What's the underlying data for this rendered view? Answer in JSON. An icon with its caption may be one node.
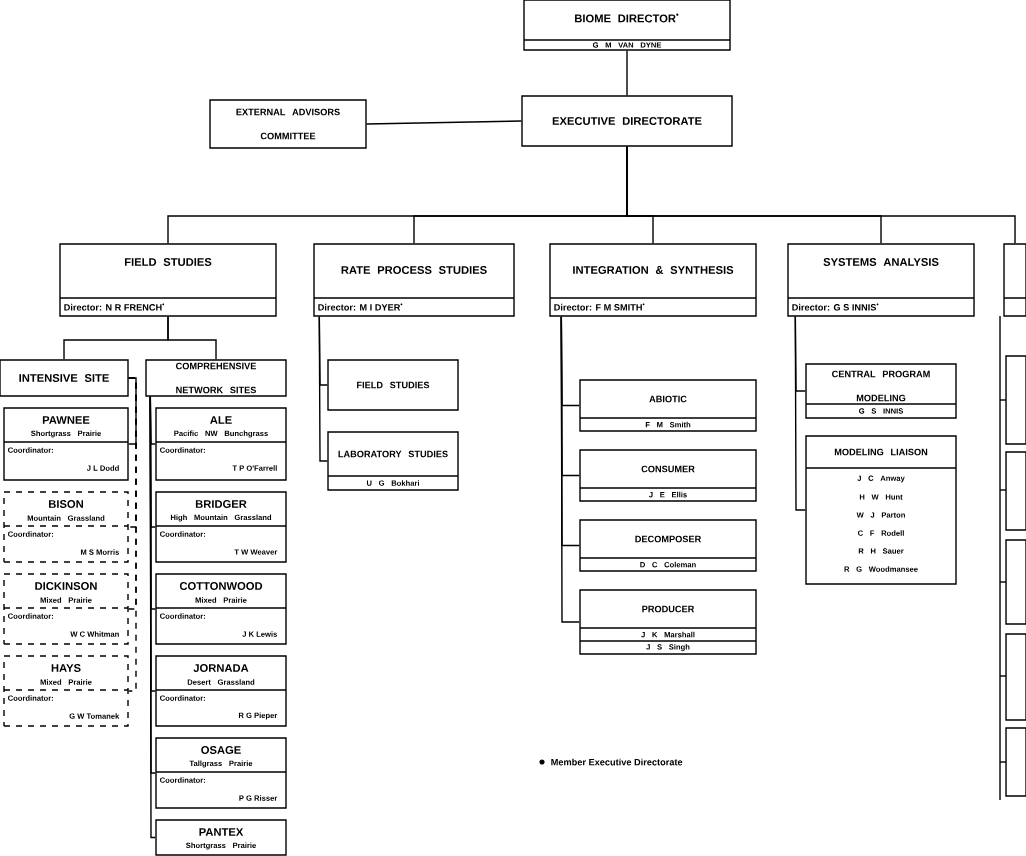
{
  "diagram": {
    "nodes": [
      {
        "text": [
          "BIOME DIRECTOR$^{•}$",
          "G M VAN DYNE"
        ]
      },
      {
        "text": [
          "EXECUTIVE DIRECTORATE"
        ]
      },
      {
        "text": [
          "EXTERNAL ADVISORS COMMITTEE"
        ]
      },
      {
        "text": [
          "FIELD STUDIES",
          "Director: N R FRENCH$^{•}$"
        ]
      },
      {
        "text": [
          "RATE PROCESS STUDIES",
          "Director: M I DYER$^{•}$"
        ]
      },
      {
        "text": [
          "INTEGRATION & SYNTHESIS",
          "Director: F M SMITH$^{•}$"
        ]
      },
      {
        "text": [
          "SYSTEMS ANALYSIS",
          "Director: G S INNIS$^{•}$"
        ]
      },
      {
        "text": [],
        "shape": "box"
      },
      {
        "text": [
          "INTENSIVE SITE"
        ]
      },
      {
        "text": [
          "COMPREHENSIVE NETWORK SITES"
        ]
      },
      {
        "text": [
          "PAWNEE",
          "Shortgrass Prairie",
          "Coordinator:",
          "J L Dodd"
        ]
      },
      {
        "text": [
          "BISON",
          "Mountain Grassland",
          "Coordinator:",
          "M S Morris"
        ]
      },
      {
        "text": [
          "DICKINSON",
          "Mixed Prairie",
          "Coordinator:",
          "W C Whitman"
        ]
      },
      {
        "text": [
          "HAYS",
          "Mixed Prairie",
          "Coordinator:",
          "G W Tomanek"
        ]
      },
      {
        "text": [
          "ALE",
          "Pacific NW Bunchgrass",
          "Coordinator:",
          "T P O'Farrell"
        ]
      },
      {
        "text": [
          "BRIDGER",
          "High Mountain Grassland",
          "Coordinator:",
          "T W Weaver"
        ]
      },
      {
        "text": [
          "COTTONWOOD",
          "Mixed Prairie",
          "Coordinator:",
          "J K Lewis"
        ]
      },
      {
        "text": [
          "JORNADA",
          "Desert Grassland",
          "Coordinator:",
          "R G Pieper"
        ]
      },
      {
        "text": [
          "OSAGE",
          "Tallgrass Prairie",
          "Coordinator:",
          "P G Risser"
        ]
      },
      {
        "text": [
          "PANTEX",
          "Shortgrass Prairie"
        ]
      },
      {
        "text": [
          "FIELD STUDIES"
        ]
      },
      {
        "text": [
          "LABORATORY STUDIES",
          "U G Bokhari"
        ]
      },
      {
        "text": [
          "ABIOTIC",
          "F M Smith"
        ]
      },
      {
        "text": [
          "CONSUMER",
          "J E Ellis"
        ]
      },
      {
        "text": [
          "DECOMPOSER",
          "D C Coleman"
        ]
      },
      {
        "text": [
          "PRODUCER",
          "J K Marshall",
          "J S Singh"
        ]
      },
      {
        "text": [
          "CENTRAL PROGRAM MODELING",
          "G S INNIS"
        ]
      },
      {
        "text": [
          "MODELING LIAISON",
          "J C Anway",
          "H W Hunt",
          "W J Parton",
          "C F Rodell",
          "R H Sauer",
          "R G Woodmansee"
        ]
      }
    ],
    "edges": [
      {
        "from": 0,
        "to": 1,
        "arrow": "none"
      },
      {
        "from": 2,
        "to": 1,
        "arrow": "none"
      },
      {
        "from": 1,
        "to": 3,
        "arrow": "none"
      },
      {
        "from": 1,
        "to": 4,
        "arrow": "none"
      },
      {
        "from": 1,
        "to": 5,
        "arrow": "none"
      },
      {
        "from": 1,
        "to": 6,
        "arrow": "none"
      },
      {
        "from": 1,
        "to": 7,
        "arrow": "none"
      },
      {
        "from": 3,
        "to": 8,
        "arrow": "none"
      },
      {
        "from": 3,
        "to": 9,
        "arrow": "none"
      },
      {
        "from": 8,
        "to": 10,
        "arrow": "none"
      },
      {
        "from": 8,
        "to": 11,
        "arrow": "none",
        "style": "dashed"
      },
      {
        "from": 8,
        "to": 12,
        "arrow": "none",
        "style": "dashed"
      },
      {
        "from": 8,
        "to": 13,
        "arrow": "none",
        "style": "dashed"
      },
      {
        "from": 9,
        "to": 14,
        "arrow": "none"
      },
      {
        "from": 9,
        "to": 15,
        "arrow": "none"
      },
      {
        "from": 9,
        "to": 16,
        "arrow": "none"
      },
      {
        "from": 9,
        "to": 17,
        "arrow": "none"
      },
      {
        "from": 9,
        "to": 18,
        "arrow": "none"
      },
      {
        "from": 9,
        "to": 19,
        "arrow": "none"
      },
      {
        "from": 4,
        "to": 20,
        "arrow": "none"
      },
      {
        "from": 4,
        "to": 21,
        "arrow": "none"
      },
      {
        "from": 5,
        "to": 22,
        "arrow": "none"
      },
      {
        "from": 5,
        "to": 23,
        "arrow": "none"
      },
      {
        "from": 5,
        "to": 24,
        "arrow": "none"
      },
      {
        "from": 5,
        "to": 25,
        "arrow": "none"
      },
      {
        "from": 6,
        "to": 26,
        "arrow": "none"
      },
      {
        "from": 6,
        "to": 27,
        "arrow": "none"
      }
    ],
    "legend": [
      {
        "text": "Member Executive Directorate"
      }
    ]
  }
}
